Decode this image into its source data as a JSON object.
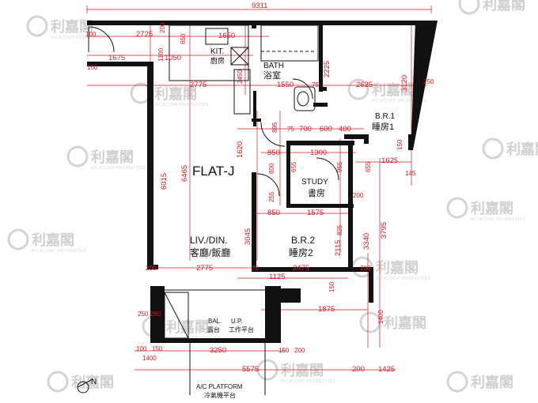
{
  "flat_title": "FLAT-J",
  "rooms": {
    "kitchen": {
      "en": "KIT.",
      "zh": "廚房"
    },
    "bath": {
      "en": "BATH",
      "zh": "浴室"
    },
    "br1": {
      "en": "B.R.1",
      "zh": "睡房1"
    },
    "study": {
      "en": "STUDY",
      "zh": "書房"
    },
    "liv": {
      "en": "LIV./DIN.",
      "zh": "客廳/飯廳"
    },
    "br2": {
      "en": "B.R.2",
      "zh": "睡房2"
    },
    "bal": {
      "en": "BAL.",
      "zh": "露台"
    },
    "up": {
      "en": "U.P.",
      "zh": "工作平台"
    },
    "ac": {
      "en": "A/C PLATFORM",
      "zh": "冷氣機平台"
    }
  },
  "dimensions": {
    "overall_top": "9311",
    "d_2725": "2725",
    "d_200a": "200",
    "d_650": "650",
    "d_1650": "1650",
    "d_100a": "100",
    "d_1100": "1100",
    "d_1675": "1675",
    "d_1050": "1050",
    "d_2225": "2225",
    "d_2450": "2450",
    "d_150a": "150",
    "d_2775a": "2775",
    "d_1550": "1550",
    "d_75a": "75",
    "d_2625": "2625",
    "d_3120": "3120",
    "d_250": "250",
    "d_895": "895",
    "d_75b": "75",
    "d_700": "700",
    "d_600": "600",
    "d_400": "400",
    "d_1620": "1620",
    "d_850a": "850",
    "d_1300": "1300",
    "d_1625": "1625",
    "d_150b": "150",
    "d_145": "145",
    "d_6015": "6015",
    "d_6465": "6465",
    "d_800": "800",
    "d_655": "655",
    "d_955": "955",
    "d_655b": "655",
    "d_200b": "200",
    "d_255": "255",
    "d_850b": "850",
    "d_1575": "1575",
    "d_825": "825",
    "d_3795": "3795",
    "d_3045": "3045",
    "d_2115": "2115",
    "d_3340": "3340",
    "d_200c": "200",
    "d_2775b": "2775",
    "d_75c": "75",
    "d_2475": "2475",
    "d_1125": "1125",
    "d_150c": "150",
    "d_200d": "200",
    "d_1875": "1875",
    "d_1400a": "1400",
    "d_250b": "250",
    "d_260": "260",
    "d_100b": "100",
    "d_150d": "150",
    "d_3250": "3250",
    "d_150e": "150",
    "d_200e": "200",
    "d_1400b": "1400",
    "d_5575": "5575",
    "d_200f": "200",
    "d_1425": "1425"
  },
  "watermark": {
    "zh": "利嘉閣",
    "en": "RICACORP PROPERTIES"
  },
  "compass_letter": "N",
  "colors": {
    "dim": "#e0191f",
    "wall": "#111111",
    "watermark": "#d0d0d0"
  }
}
